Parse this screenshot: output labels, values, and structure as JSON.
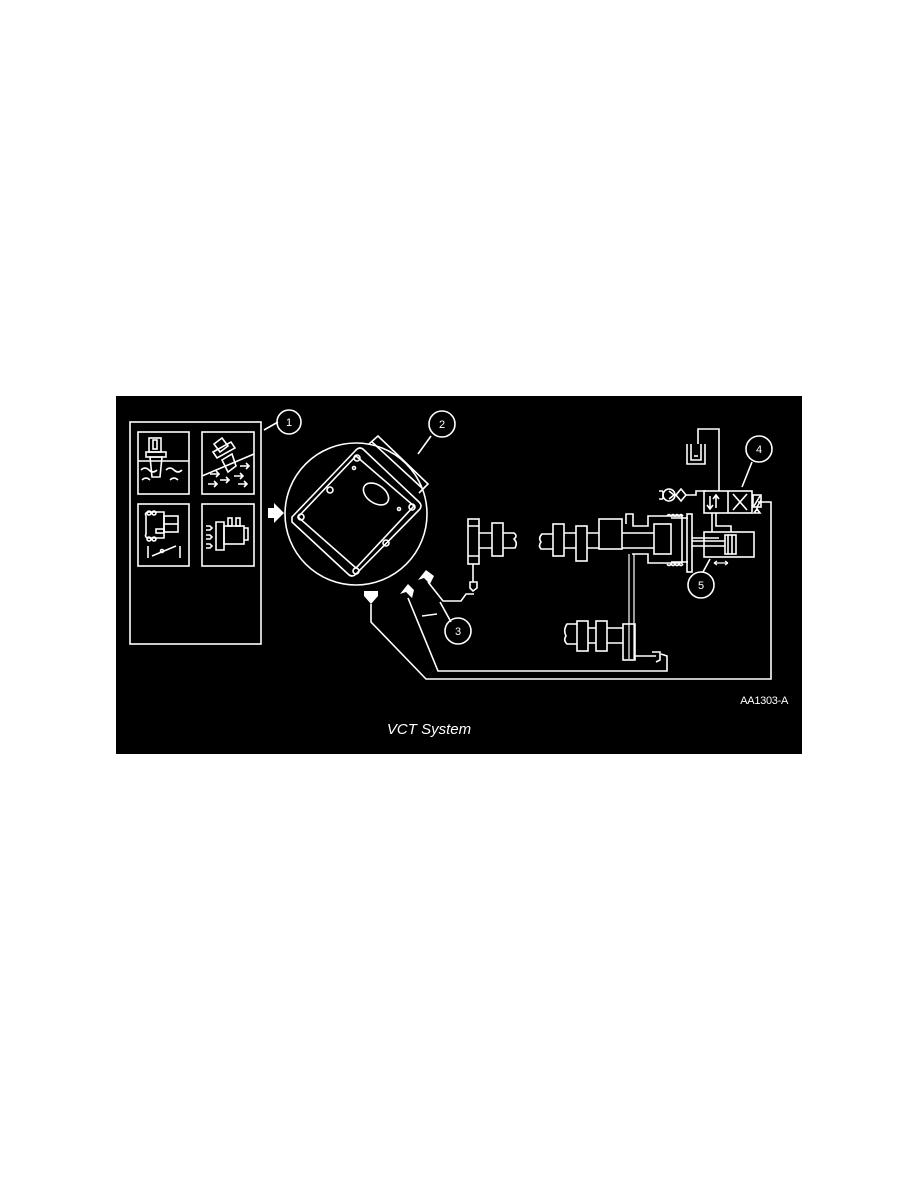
{
  "figure": {
    "caption": "VCT System",
    "figure_id": "AA1303-A",
    "background": "#000000",
    "line_color": "#ffffff",
    "callouts": [
      {
        "number": "1",
        "target": "sensor-inputs-panel"
      },
      {
        "number": "2",
        "target": "powertrain-control-module"
      },
      {
        "number": "3",
        "target": "sensor-signal-wires"
      },
      {
        "number": "4",
        "target": "vct-solenoid-valve"
      },
      {
        "number": "5",
        "target": "vct-actuator-piston"
      }
    ],
    "sensor_panel_icons": [
      "coolant-temperature-sensor-icon",
      "mass-air-flow-sensor-icon",
      "throttle-position-sensor-icon",
      "ignition-coil-icon"
    ]
  }
}
